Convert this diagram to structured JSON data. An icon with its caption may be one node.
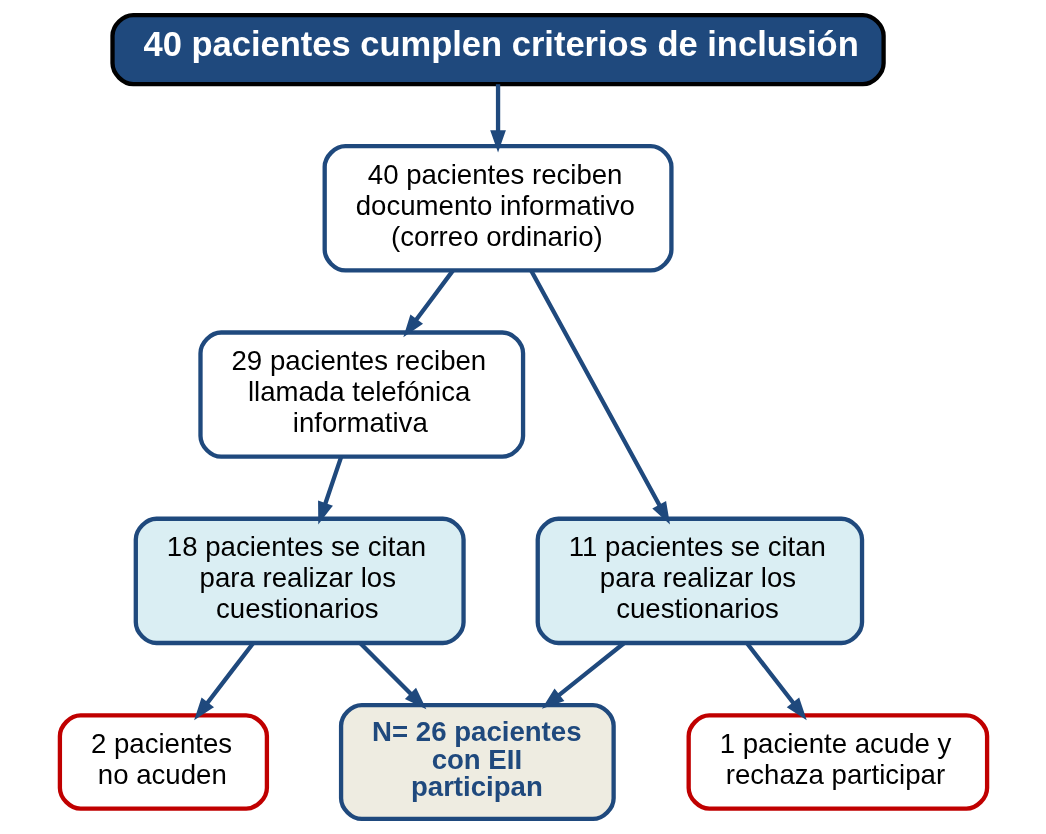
{
  "diagram": {
    "nodes": [
      {
        "text": [
          "40 pacientes cumplen criterios de inclusión"
        ]
      },
      {
        "text": [
          "40 pacientes reciben documento informativo (correo ordinario)"
        ]
      },
      {
        "text": [
          "29 pacientes reciben llamada telefónica informativa"
        ]
      },
      {
        "text": [
          "11 pacientes se citan para realizar los cuestionarios"
        ]
      },
      {
        "text": [
          "18 pacientes se citan para realizar los cuestionarios"
        ]
      },
      {
        "text": [
          "1 paciente acude y rechaza participar"
        ]
      },
      {
        "text": [
          "2 pacientes no acuden"
        ]
      },
      {
        "text": [
          "N= 26 pacientes con EII participan"
        ]
      }
    ],
    "edges": [
      {
        "from": 0,
        "to": 1,
        "arrow": "to"
      },
      {
        "from": 1,
        "to": 2,
        "arrow": "to"
      },
      {
        "from": 1,
        "to": 3,
        "arrow": "to"
      },
      {
        "from": 2,
        "to": 4,
        "arrow": "to"
      },
      {
        "from": 3,
        "to": 5,
        "arrow": "to"
      },
      {
        "from": 3,
        "to": 7,
        "arrow": "to"
      },
      {
        "from": 4,
        "to": 6,
        "arrow": "to"
      },
      {
        "from": 4,
        "to": 7,
        "arrow": "to"
      }
    ]
  }
}
